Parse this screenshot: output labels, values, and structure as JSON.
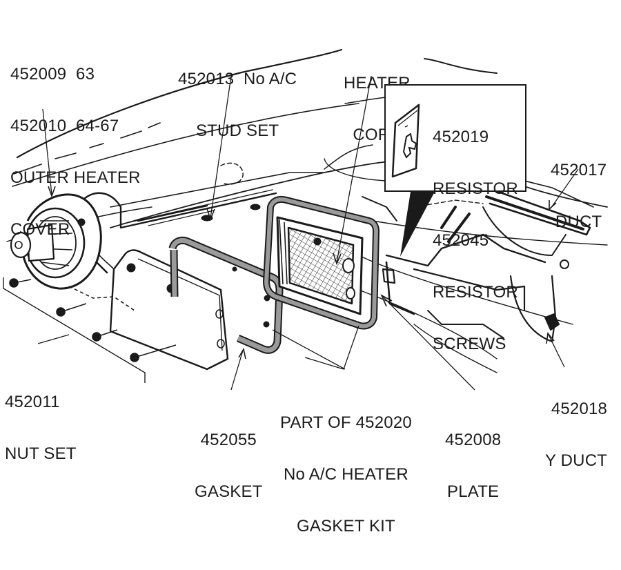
{
  "diagram": {
    "title": "No A/C Heater Assembly Exploded View",
    "palette": {
      "ink": "#1a1a1a",
      "gasket_gray": "#9a9a9a",
      "core_mesh": "#bdbdbd",
      "background": "#ffffff"
    },
    "callouts": {
      "outer_heater_cover": {
        "lines": [
          "452009  63",
          "452010  64-67",
          "OUTER HEATER",
          "COVER"
        ]
      },
      "stud_set": {
        "lines": [
          "452013  No A/C",
          "STUD SET"
        ]
      },
      "heater_core": {
        "lines": [
          "HEATER",
          "CORE"
        ]
      },
      "resistor": {
        "lines": [
          "452019",
          "RESISTOR",
          "452045",
          "RESISTOR",
          "SCREWS"
        ]
      },
      "duct": {
        "lines": [
          "452017",
          "DUCT"
        ]
      },
      "nut_set": {
        "lines": [
          "452011",
          "NUT SET"
        ]
      },
      "gasket": {
        "lines": [
          "452055",
          "GASKET"
        ]
      },
      "gasket_kit": {
        "lines": [
          "PART OF 452020",
          "No A/C HEATER",
          "GASKET KIT"
        ]
      },
      "plate": {
        "lines": [
          "452008",
          "PLATE"
        ]
      },
      "y_duct": {
        "lines": [
          "452018",
          "Y DUCT"
        ]
      }
    },
    "parts": [
      "outer-heater-cover",
      "blower-motor",
      "heater-case",
      "gasket",
      "heater-core",
      "core-gasket",
      "plate",
      "resistor",
      "duct",
      "y-duct",
      "nuts",
      "studs"
    ]
  }
}
